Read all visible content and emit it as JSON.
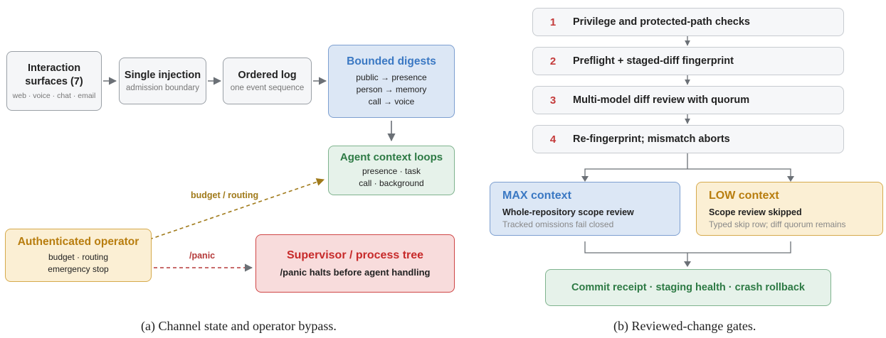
{
  "panel_a": {
    "surfaces": {
      "title_line1": "Interaction",
      "title_line2": "surfaces (7)",
      "sub": "web · voice · chat · email"
    },
    "injection": {
      "title": "Single injection",
      "sub": "admission boundary"
    },
    "log": {
      "title": "Ordered log",
      "sub": "one event sequence"
    },
    "digests": {
      "title": "Bounded digests",
      "lines": [
        "public → presence",
        "person → memory",
        "call → voice"
      ]
    },
    "loops": {
      "title": "Agent context loops",
      "lines": [
        "presence · task",
        "call · background"
      ]
    },
    "operator": {
      "title": "Authenticated operator",
      "lines": [
        "budget · routing",
        "emergency stop"
      ]
    },
    "supervisor": {
      "title": "Supervisor / process tree",
      "sub": "/panic halts before agent handling"
    },
    "edge_budget": "budget / routing",
    "edge_panic": "/panic",
    "caption": "(a) Channel state and operator bypass."
  },
  "panel_b": {
    "gates": [
      {
        "num": "1",
        "label": "Privilege and protected-path checks"
      },
      {
        "num": "2",
        "label": "Preflight + staged-diff fingerprint"
      },
      {
        "num": "3",
        "label": "Multi-model diff review with quorum"
      },
      {
        "num": "4",
        "label": "Re-fingerprint; mismatch aborts"
      }
    ],
    "max": {
      "title": "MAX context",
      "body": "Whole-repository scope review",
      "sub": "Tracked omissions fail closed"
    },
    "low": {
      "title": "LOW context",
      "body": "Scope review skipped",
      "sub": "Typed skip row; diff quorum remains"
    },
    "commit": "Commit receipt · staging health · crash rollback",
    "caption": "(b) Reviewed-change gates."
  },
  "colors": {
    "blue": "#3a78c3",
    "green": "#2d7a44",
    "amber": "#b87d0e",
    "red": "#c72a2a",
    "budget_edge": "#a07a1a",
    "panic_edge": "#b53a3a",
    "connector": "#6b7076"
  }
}
